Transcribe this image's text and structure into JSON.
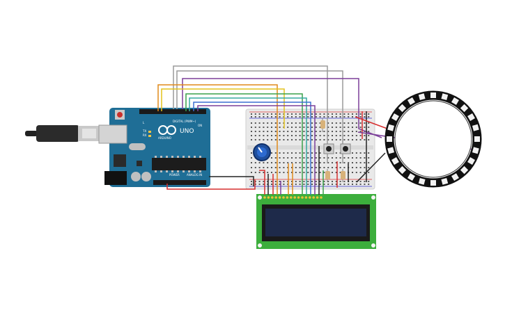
{
  "arduino": {
    "brand": "ARDUINO",
    "model": "UNO",
    "digital_label": "DIGITAL (PWM~)",
    "power_label": "POWER",
    "analog_label": "ANALOG IN",
    "tx_label": "TX",
    "rx_label": "RX",
    "on_label": "ON",
    "l_label": "L"
  },
  "colors": {
    "board": "#1f6e96",
    "wire_gray": "#9a9a9a",
    "wire_purple": "#7b3f99",
    "wire_orange": "#e08a1a",
    "wire_yellow": "#e3c21c",
    "wire_green": "#3aa04a",
    "wire_teal": "#35a8a0",
    "wire_blue": "#3c6fd0",
    "wire_red": "#d62f2f",
    "wire_black": "#222222",
    "lcd_pcb": "#3cae3c",
    "lcd_screen": "#1e2a4a",
    "ring": "#111111"
  }
}
